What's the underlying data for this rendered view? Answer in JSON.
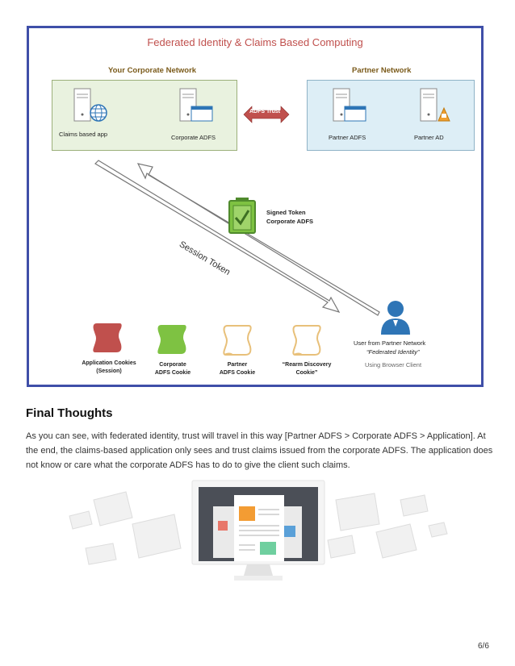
{
  "diagram": {
    "title": "Federated Identity & Claims Based Computing",
    "corporate_network_label": "Your Corporate Network",
    "partner_network_label": "Partner Network",
    "claims_app_label": "Claims based app",
    "corporate_adfs_label": "Corporate ADFS",
    "adfs_trust_label": "ADFS Trust",
    "partner_adfs_label": "Partner ADFS",
    "partner_ad_label": "Partner AD",
    "signed_token_line1": "Signed Token",
    "signed_token_line2": "Corporate ADFS",
    "session_token_label": "Session Token",
    "user_line1": "User from Partner Network",
    "user_line2": "“Federated Identity”",
    "user_line3": "Using Browser Client",
    "cookies": [
      {
        "line1": "Application Cookies",
        "line2": "(Session)",
        "color": "#c0504d"
      },
      {
        "line1": "Corporate",
        "line2": "ADFS Cookie",
        "color": "#7ec242"
      },
      {
        "line1": "Partner",
        "line2": "ADFS Cookie",
        "color": "#f2dcb2"
      },
      {
        "line1": "“Rearm Discovery",
        "line2": "Cookie”",
        "color": "#f2dcb2"
      }
    ]
  },
  "section": {
    "title": "Final Thoughts",
    "body": "As you can see, with federated identity, trust will travel in this way [Partner ADFS > Corporate ADFS > Application]. At the end, the claims-based application only sees and trust claims issued from the corporate ADFS. The application does not know or care what the corporate ADFS has to do to give the client such claims."
  },
  "page_number": "6/6",
  "colors": {
    "frame": "#3f4fa8",
    "title": "#c0504d",
    "trust_arrow": "#c0504d"
  }
}
